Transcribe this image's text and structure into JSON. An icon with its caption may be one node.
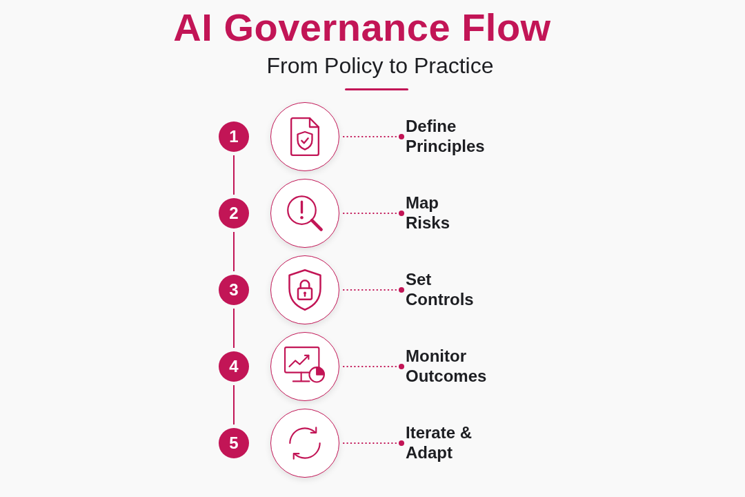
{
  "diagram": {
    "title": "AI Governance Flow",
    "nodes": [
      {
        "text": [
          "1"
        ]
      },
      {
        "text": [],
        "shape": "circle"
      },
      {
        "text": [
          "Define Principles"
        ]
      },
      {
        "text": [
          "2"
        ]
      },
      {
        "text": [],
        "shape": "circle"
      },
      {
        "text": [
          "Map Risks"
        ]
      },
      {
        "text": [
          "3"
        ]
      },
      {
        "text": [],
        "shape": "circle"
      },
      {
        "text": [
          "Set Controls"
        ]
      },
      {
        "text": [
          "4"
        ]
      },
      {
        "text": [],
        "shape": "circle"
      },
      {
        "text": [
          "Monitor Outcomes"
        ]
      },
      {
        "text": [
          "5"
        ]
      },
      {
        "text": [],
        "shape": "circle"
      },
      {
        "text": [
          "Iterate & Adapt"
        ]
      }
    ],
    "edges": [
      {
        "from": 0,
        "to": 3,
        "arrow": "none"
      },
      {
        "from": 3,
        "to": 6,
        "arrow": "none"
      },
      {
        "from": 6,
        "to": 9,
        "arrow": "none"
      },
      {
        "from": 9,
        "to": 12,
        "arrow": "none"
      },
      {
        "from": 1,
        "to": 2,
        "arrow": "other",
        "style": "dashed"
      },
      {
        "from": 4,
        "to": 5,
        "arrow": "other",
        "style": "dashed"
      },
      {
        "from": 7,
        "to": 8,
        "arrow": "other",
        "style": "dashed"
      },
      {
        "from": 10,
        "to": 11,
        "arrow": "other",
        "style": "dashed"
      },
      {
        "from": 13,
        "to": 14,
        "arrow": "other",
        "style": "dashed"
      }
    ],
    "labels": [
      "From Policy to Practice"
    ]
  }
}
